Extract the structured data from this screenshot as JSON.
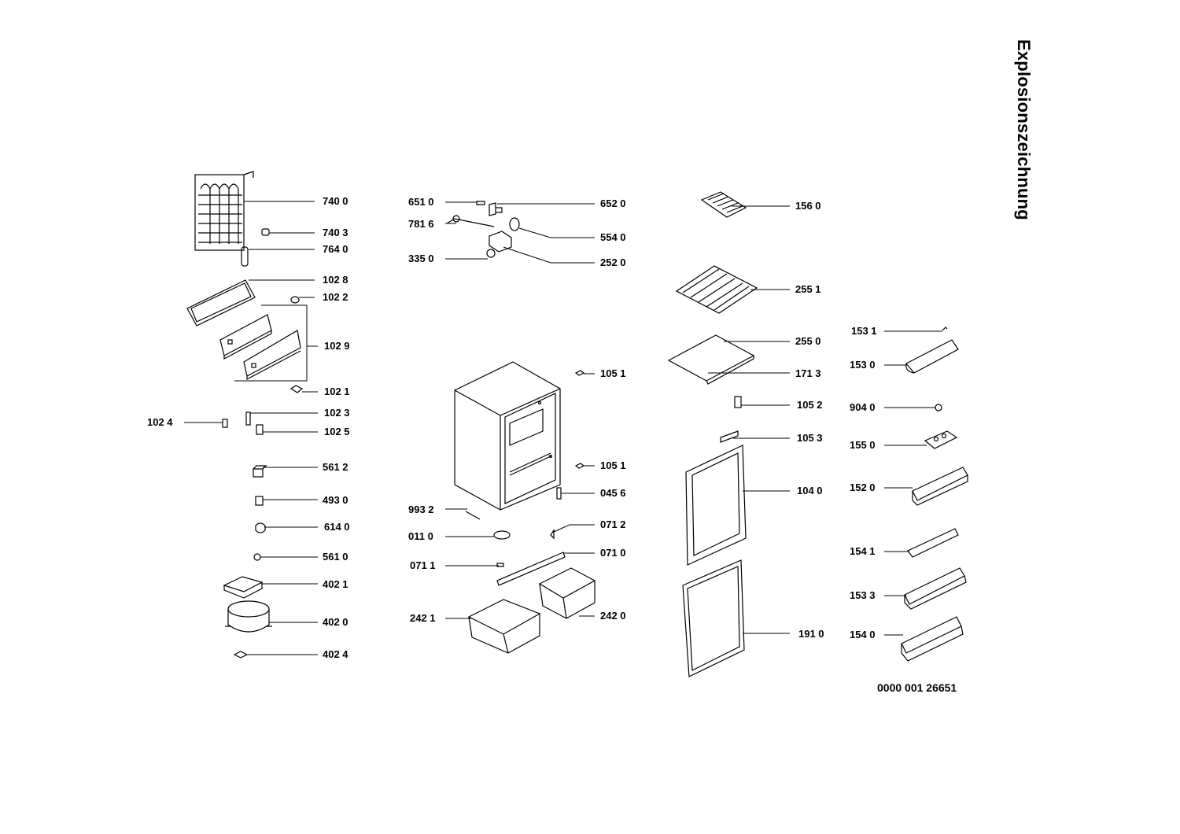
{
  "title": "Explosionszeichnung",
  "document_number": "0000 001 26651",
  "callouts": [
    "740 0",
    "740 3",
    "764 0",
    "102 8",
    "102 2",
    "102 9",
    "102 1",
    "102 3",
    "102 4",
    "102 5",
    "561 2",
    "493 0",
    "614 0",
    "561 0",
    "402 1",
    "402 0",
    "402 4",
    "651 0",
    "652 0",
    "781 6",
    "554 0",
    "335 0",
    "252 0",
    "105 1",
    "105 1",
    "045 6",
    "993 2",
    "011 0",
    "071 2",
    "071 1",
    "071 0",
    "242 1",
    "242 0",
    "156 0",
    "255 1",
    "255 0",
    "171 3",
    "105 2",
    "105 3",
    "104 0",
    "191 0",
    "153 1",
    "153 0",
    "904 0",
    "155 0",
    "152 0",
    "154 1",
    "153 3",
    "154 0"
  ]
}
